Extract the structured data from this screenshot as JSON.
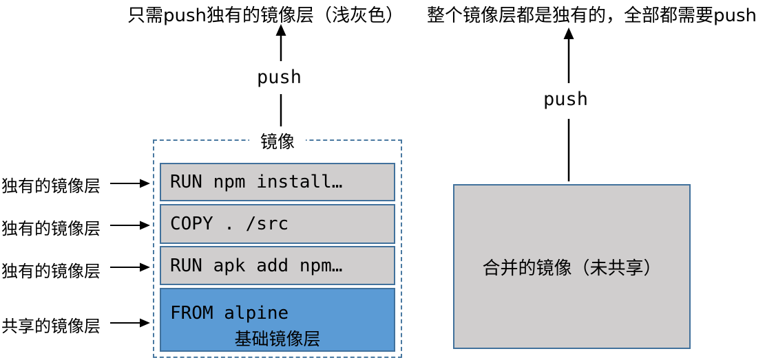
{
  "captions": {
    "left": "只需push独有的镜像层（浅灰色）",
    "right": "整个镜像层都是独有的，全部都需要push"
  },
  "left_diagram": {
    "push_label": "push",
    "box_title": "镜像",
    "layers": [
      {
        "text": "RUN npm install…",
        "type": "unique"
      },
      {
        "text": "COPY . /src",
        "type": "unique"
      },
      {
        "text": "RUN apk add npm…",
        "type": "unique"
      },
      {
        "text": "FROM alpine",
        "sublabel": "基础镜像层",
        "type": "shared"
      }
    ],
    "row_labels": [
      {
        "text": "独有的镜像层",
        "points_to": "RUN npm install…"
      },
      {
        "text": "独有的镜像层",
        "points_to": "COPY . /src"
      },
      {
        "text": "独有的镜像层",
        "points_to": "RUN apk add npm…"
      },
      {
        "text": "共享的镜像层",
        "points_to": "FROM alpine"
      }
    ]
  },
  "right_diagram": {
    "push_label": "push",
    "box_label": "合并的镜像（未共享）"
  },
  "colors": {
    "layer_gray": "#d0cece",
    "layer_blue": "#5b9bd5",
    "box_border_blue": "#41719c",
    "dashed_border_blue": "#4878a0",
    "arrow_black": "#000000",
    "background": "#ffffff"
  }
}
